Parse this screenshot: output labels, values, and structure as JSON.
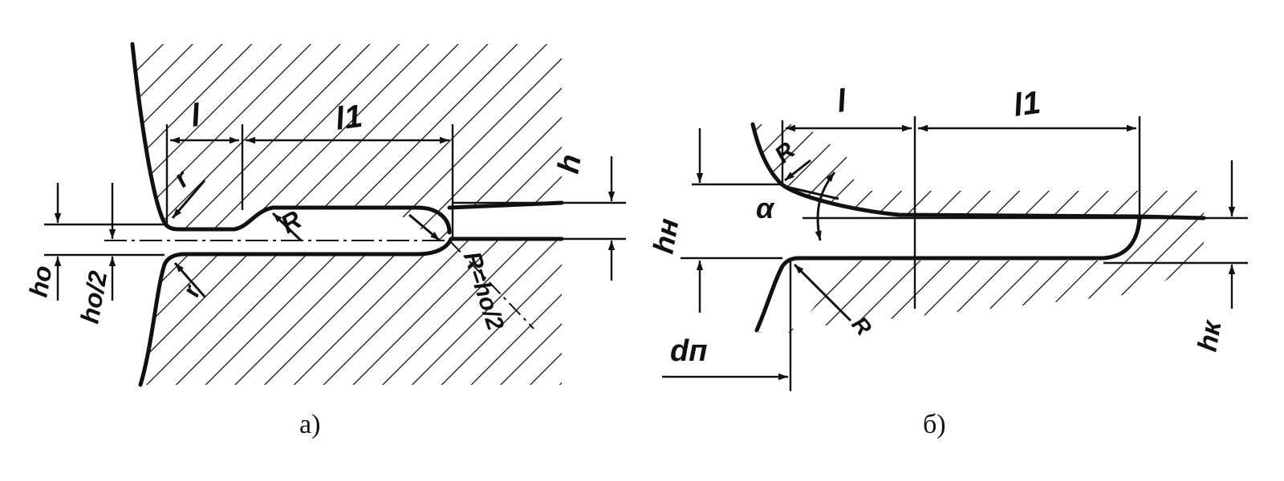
{
  "panel_a": {
    "caption": "а)",
    "labels": {
      "l": "l",
      "l1": "l1",
      "h": "h",
      "ho": "ho",
      "ho_half": "ho/2",
      "r_top": "r",
      "r_bottom": "r",
      "R_inner": "R",
      "R_formula": "R=ho/2"
    }
  },
  "panel_b": {
    "caption": "б)",
    "labels": {
      "l": "l",
      "l1": "l1",
      "hn": "hн",
      "hk": "hк",
      "alpha": "α",
      "R_top": "R",
      "R_bottom": "R",
      "dn": "dп"
    }
  },
  "colors": {
    "ink": "#111111",
    "paper": "#ffffff"
  }
}
